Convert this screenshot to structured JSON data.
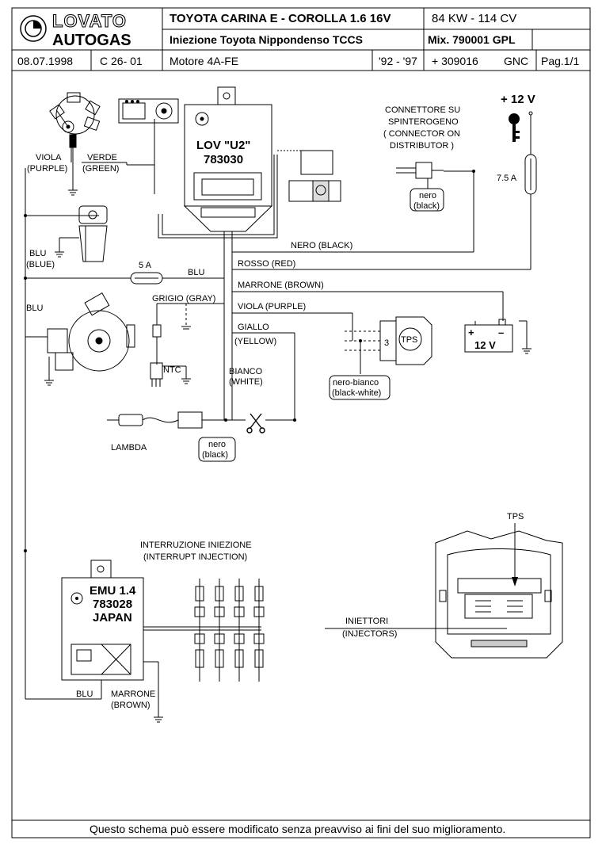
{
  "header": {
    "logo_top": "LOVATO",
    "logo_bottom": "AUTOGAS",
    "title": "TOYOTA  CARINA E  -  COROLLA  1.6  16V",
    "power": "84 KW - 114 CV",
    "subtitle": "Iniezione Toyota Nippondenso TCCS",
    "mix": "Mix. 790001   GPL",
    "date": "08.07.1998",
    "code": "C 26- 01",
    "engine": "Motore 4A-FE",
    "years": "'92 - '97",
    "ref": "+ 309016",
    "fuel": "GNC",
    "page": "Pag.1/1"
  },
  "labels": {
    "viola_purple_1": "VIOLA",
    "viola_purple_2": "(PURPLE)",
    "verde_1": "VERDE",
    "verde_2": "(GREEN)",
    "blu_blue_1": "BLU",
    "blu_blue_2": "(BLUE)",
    "blu_left": "BLU",
    "lov_1": "LOV \"U2\"",
    "lov_2": "783030",
    "conn_1": "CONNETTORE SU",
    "conn_2": "SPINTEROGENO",
    "conn_3": "( CONNECTOR ON",
    "conn_4": "DISTRIBUTOR )",
    "nero_1": "nero",
    "nero_2": "(black)",
    "plus12": "+ 12 V",
    "fuse75": "7.5 A",
    "nero_black": "NERO (BLACK)",
    "rosso": "ROSSO (RED)",
    "fuse5": "5 A",
    "blu_mid": "BLU",
    "marrone": "MARRONE (BROWN)",
    "grigio": "GRIGIO (GRAY)",
    "viola2": "VIOLA (PURPLE)",
    "giallo_1": "GIALLO",
    "giallo_2": "(YELLOW)",
    "bianco_1": "BIANCO",
    "bianco_2": "(WHITE)",
    "ntc": "NTC",
    "tps": "TPS",
    "tps_pin": "3",
    "nerobianco_1": "nero-bianco",
    "nerobianco_2": "(black-white)",
    "battery": "12 V",
    "bat_plus": "+",
    "bat_minus": "–",
    "lambda": "LAMBDA",
    "nero2_1": "nero",
    "nero2_2": "(black)",
    "interr_1": "INTERRUZIONE INIEZIONE",
    "interr_2": "(INTERRUPT INJECTION)",
    "emu_1": "EMU 1.4",
    "emu_2": "783028",
    "emu_3": "JAPAN",
    "blu_bottom": "BLU",
    "marrone_b1": "MARRONE",
    "marrone_b2": "(BROWN)",
    "tps_top": "TPS",
    "iniettori_1": "INIETTORI",
    "iniettori_2": "(INJECTORS)"
  },
  "footer": {
    "note": "Questo schema può essere modificato senza preavviso ai fini del suo miglioramento."
  }
}
